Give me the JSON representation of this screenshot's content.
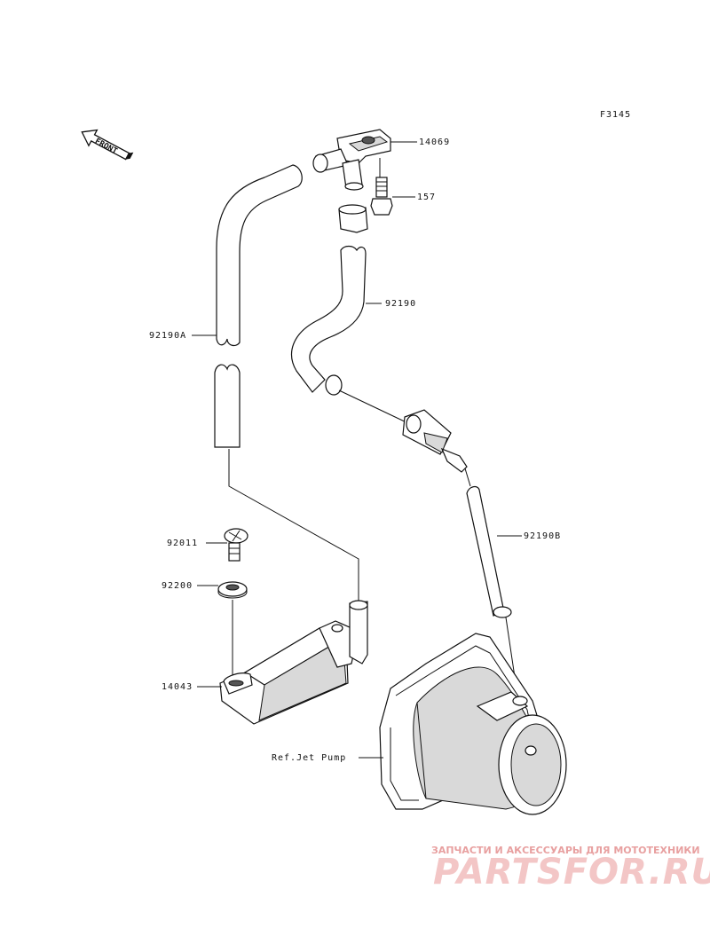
{
  "figure_code": "F3145",
  "front_arrow": {
    "label": "FRONT"
  },
  "callouts": {
    "p14069": "14069",
    "p157": "157",
    "p92190": "92190",
    "p92190A": "92190A",
    "p92190B": "92190B",
    "p92011": "92011",
    "p92200": "92200",
    "p14043": "14043",
    "ref_jet_pump": "Ref.Jet Pump"
  },
  "watermark": {
    "top": "ЗАПЧАСТИ И АКСЕССУАРЫ ДЛЯ МОТОТЕХНИКИ",
    "brand": "PARTSFOR.RU"
  }
}
